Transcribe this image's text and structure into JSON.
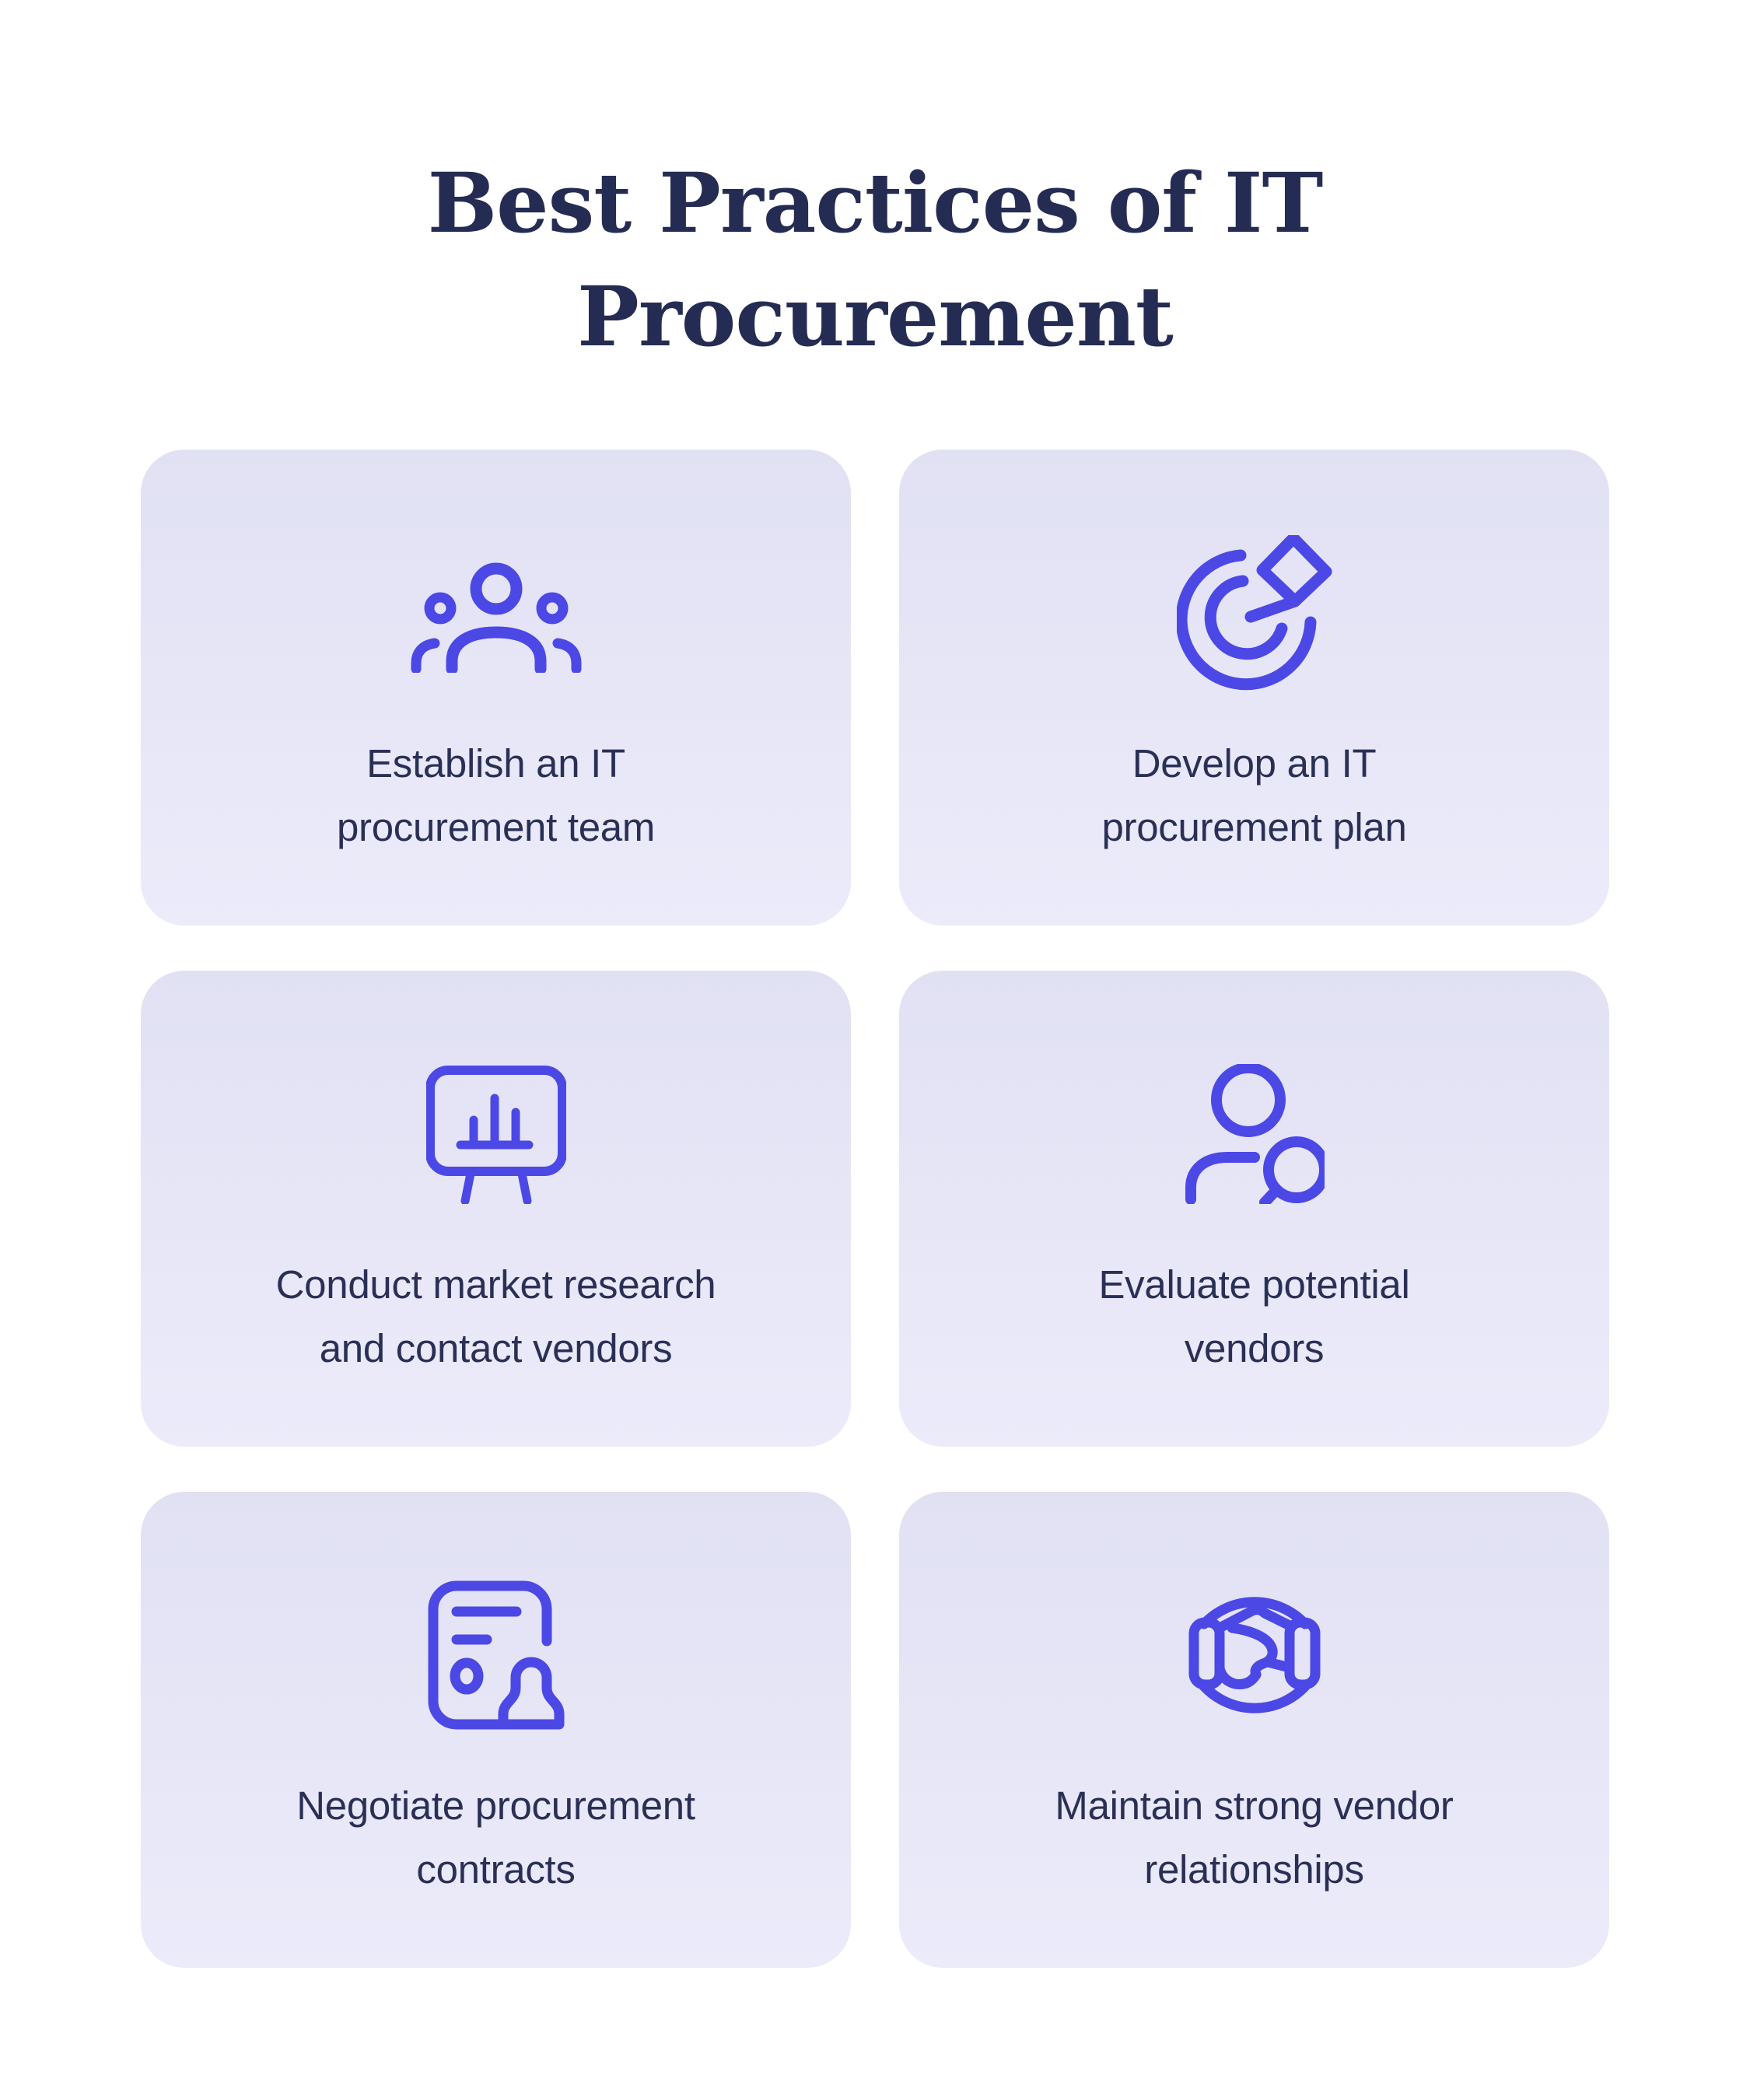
{
  "title": {
    "line1": "Best Practices of IT",
    "line2": "Procurement"
  },
  "cards": [
    {
      "icon": "team-icon",
      "label_line1": "Establish an IT",
      "label_line2": "procurement team"
    },
    {
      "icon": "target-dart-icon",
      "label_line1": "Develop an IT",
      "label_line2": "procurement plan"
    },
    {
      "icon": "market-research-board-icon",
      "label_line1": "Conduct market research",
      "label_line2": "and contact vendors"
    },
    {
      "icon": "vendor-search-icon",
      "label_line1": "Evaluate potential",
      "label_line2": "vendors"
    },
    {
      "icon": "contract-stamp-icon",
      "label_line1": "Negotiate procurement",
      "label_line2": "contracts"
    },
    {
      "icon": "handshake-icon",
      "label_line1": "Maintain strong vendor",
      "label_line2": "relationships"
    }
  ],
  "colors": {
    "page_bg": "#ffffff",
    "card_bg_top": "#e1e1f4",
    "card_bg_bottom": "#ebebfa",
    "icon_stroke": "#4b48e6",
    "title_color": "#252c54",
    "label_color": "#2a3055"
  }
}
